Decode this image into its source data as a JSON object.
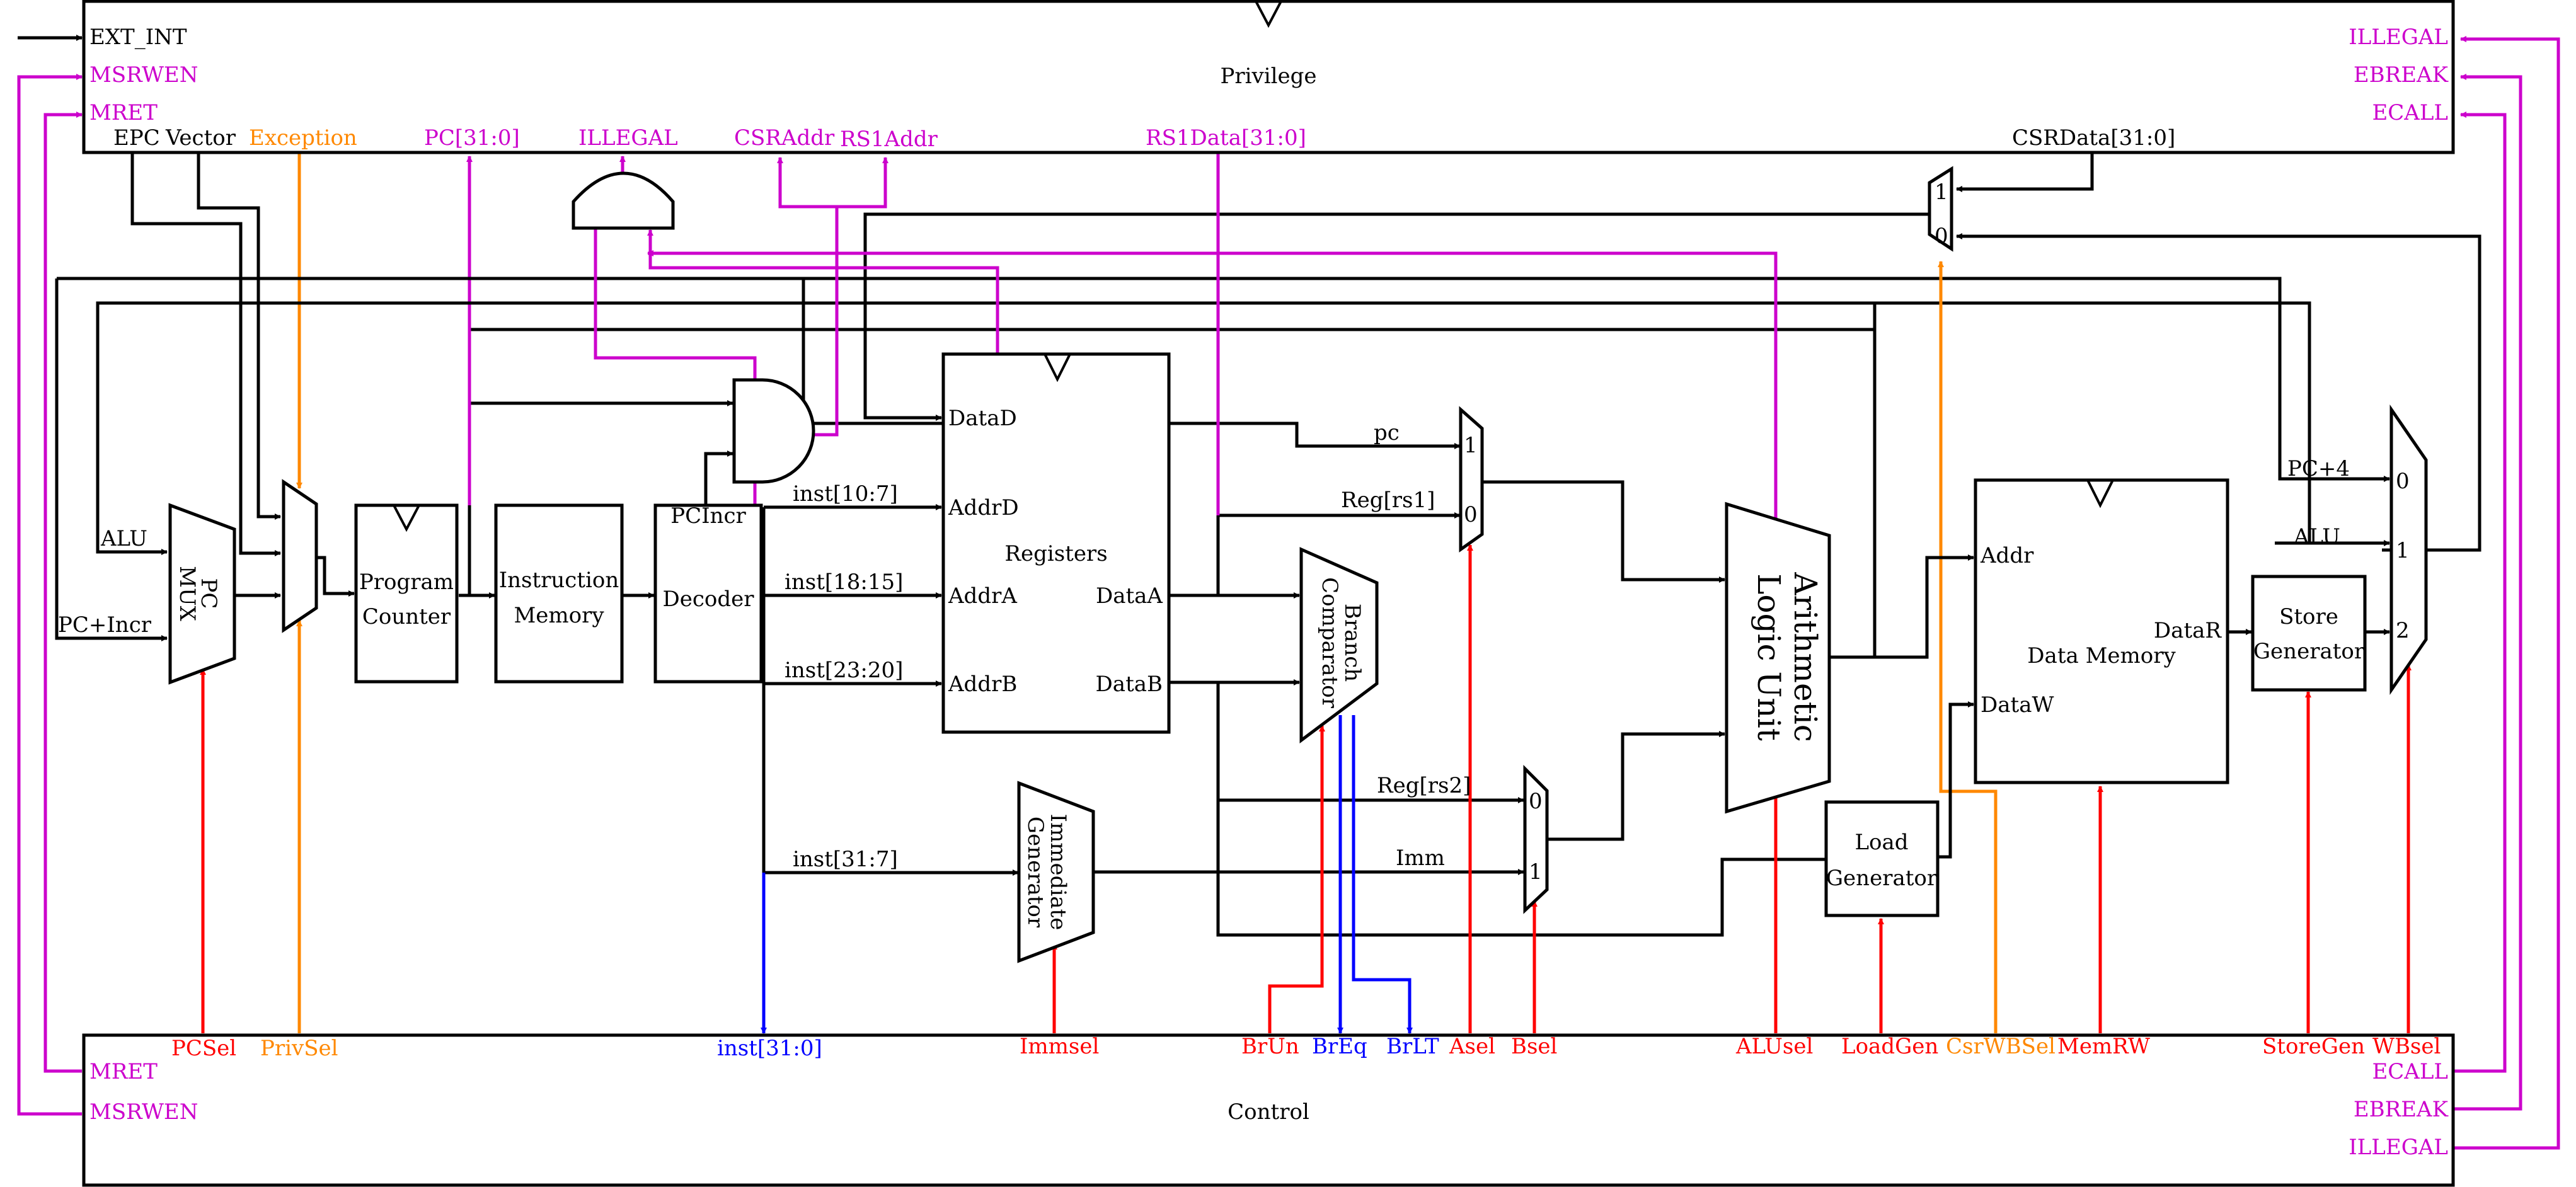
{
  "colors": {
    "black": "#000000",
    "magenta": "#cc00cc",
    "orange": "#ff8800",
    "red": "#ff0000",
    "blue": "#0000ff"
  },
  "blocks": {
    "privilege": "Privilege",
    "control": "Control",
    "pc_mux": [
      "PC",
      "MUX"
    ],
    "program_counter": [
      "Program",
      "Counter"
    ],
    "instruction_memory": [
      "Instruction",
      "Memory"
    ],
    "decoder": "Decoder",
    "decoder_pcincr": "PCIncr",
    "registers": "Registers",
    "branch_comparator": [
      "Branch",
      "Comparator"
    ],
    "immediate_generator": [
      "Immediate",
      "Generator"
    ],
    "alu": [
      "Arithmetic",
      "Logic Unit"
    ],
    "data_memory": "Data Memory",
    "load_generator": [
      "Load",
      "Generator"
    ],
    "store_generator": [
      "Store",
      "Generator"
    ]
  },
  "privilege_ports": {
    "in_left": [
      "EXT_INT",
      "MSRWEN",
      "MRET"
    ],
    "out_right": [
      "ILLEGAL",
      "EBREAK",
      "ECALL"
    ],
    "bottom": [
      "EPC",
      "Vector",
      "Exception",
      "PC[31:0]",
      "ILLEGAL",
      "CSRAddr",
      "RS1Addr",
      "RS1Data[31:0]",
      "CSRData[31:0]"
    ]
  },
  "control_ports": {
    "top": [
      "PCSel",
      "PrivSel",
      "inst[31:0]",
      "Immsel",
      "BrUn",
      "BrEq",
      "BrLT",
      "Asel",
      "Bsel",
      "ALUsel",
      "LoadGen",
      "CsrWBSel",
      "MemRW",
      "StoreGen",
      "WBsel"
    ],
    "left": [
      "MRET",
      "MSRWEN"
    ],
    "right": [
      "ECALL",
      "EBREAK",
      "ILLEGAL"
    ]
  },
  "register_ports": {
    "in": [
      "DataD",
      "AddrD",
      "AddrA",
      "AddrB"
    ],
    "out": [
      "DataA",
      "DataB"
    ]
  },
  "data_memory_ports": [
    "Addr",
    "DataW",
    "DataR"
  ],
  "wire_labels": [
    "inst[10:7]",
    "inst[18:15]",
    "inst[23:20]",
    "inst[31:7]",
    "pc",
    "Reg[rs1]",
    "Reg[rs2]",
    "Imm",
    "ALU",
    "PC+Incr",
    "PC+4",
    "ALU"
  ],
  "mux_inputs": {
    "a_mux": [
      "1",
      "0"
    ],
    "b_mux": [
      "0",
      "1"
    ],
    "csr_mux": [
      "1",
      "0"
    ],
    "wb_mux": [
      "0",
      "1",
      "2"
    ]
  }
}
